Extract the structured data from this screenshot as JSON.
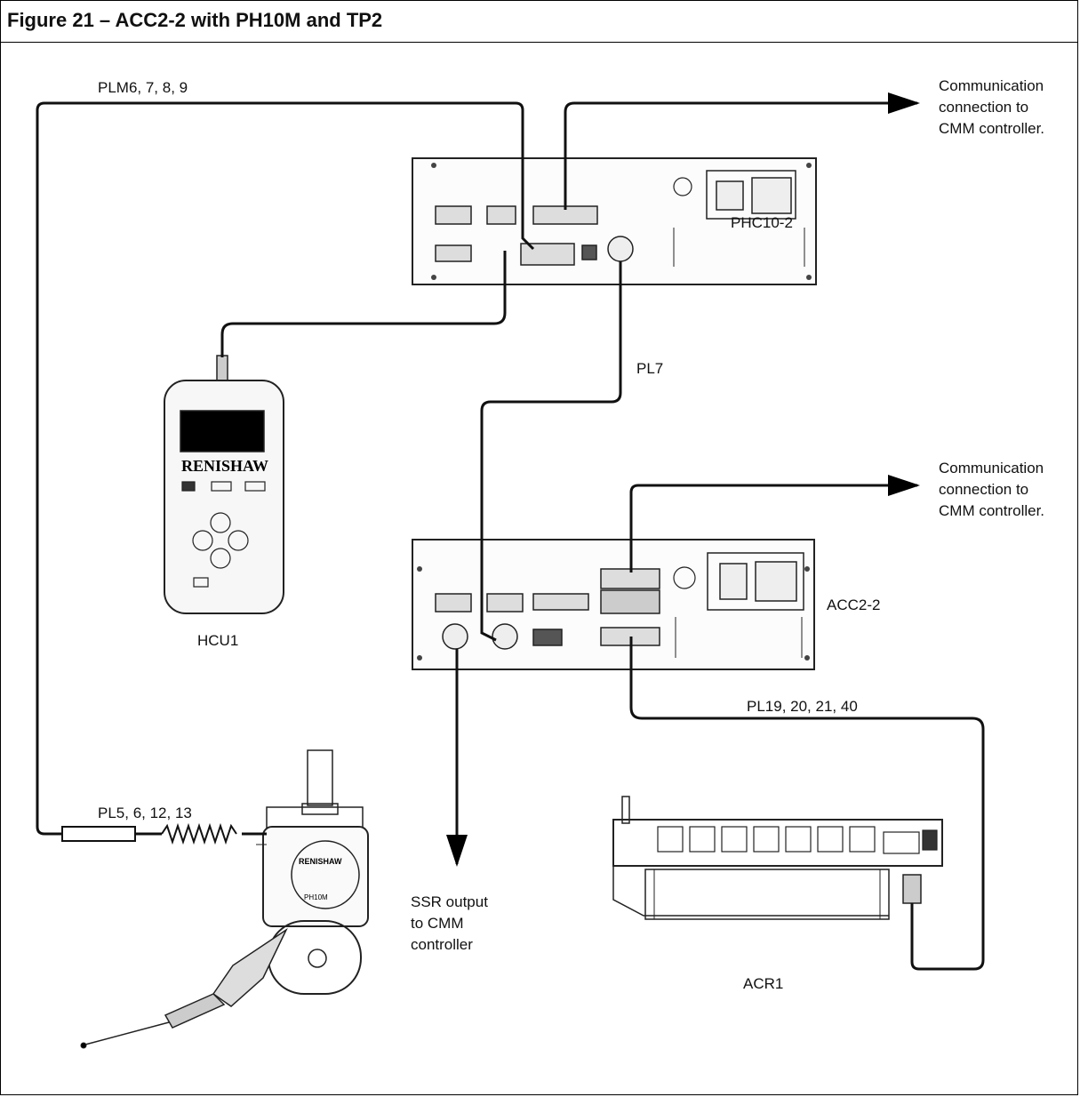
{
  "figure": {
    "title": "Figure 21 – ACC2-2 with PH10M and TP2"
  },
  "labels": {
    "plm_cable": "PLM6, 7, 8, 9",
    "comm_top_line1": "Communication",
    "comm_top_line2": "connection to",
    "comm_top_line3": "CMM controller.",
    "phc_unit": "PHC10-2",
    "pl7_cable": "PL7",
    "comm_mid_line1": "Communication",
    "comm_mid_line2": "connection to",
    "comm_mid_line3": "CMM controller.",
    "acc_unit": "ACC2-2",
    "hcu_unit": "HCU1",
    "pl19_cable": "PL19, 20, 21, 40",
    "pl5_cable": "PL5, 6, 12, 13",
    "ssr_line1": "SSR output",
    "ssr_line2": "to CMM",
    "ssr_line3": "controller",
    "acr_unit": "ACR1",
    "hcu_brand": "RENISHAW",
    "probe_brand": "RENISHAW",
    "probe_model": "PH10M"
  }
}
